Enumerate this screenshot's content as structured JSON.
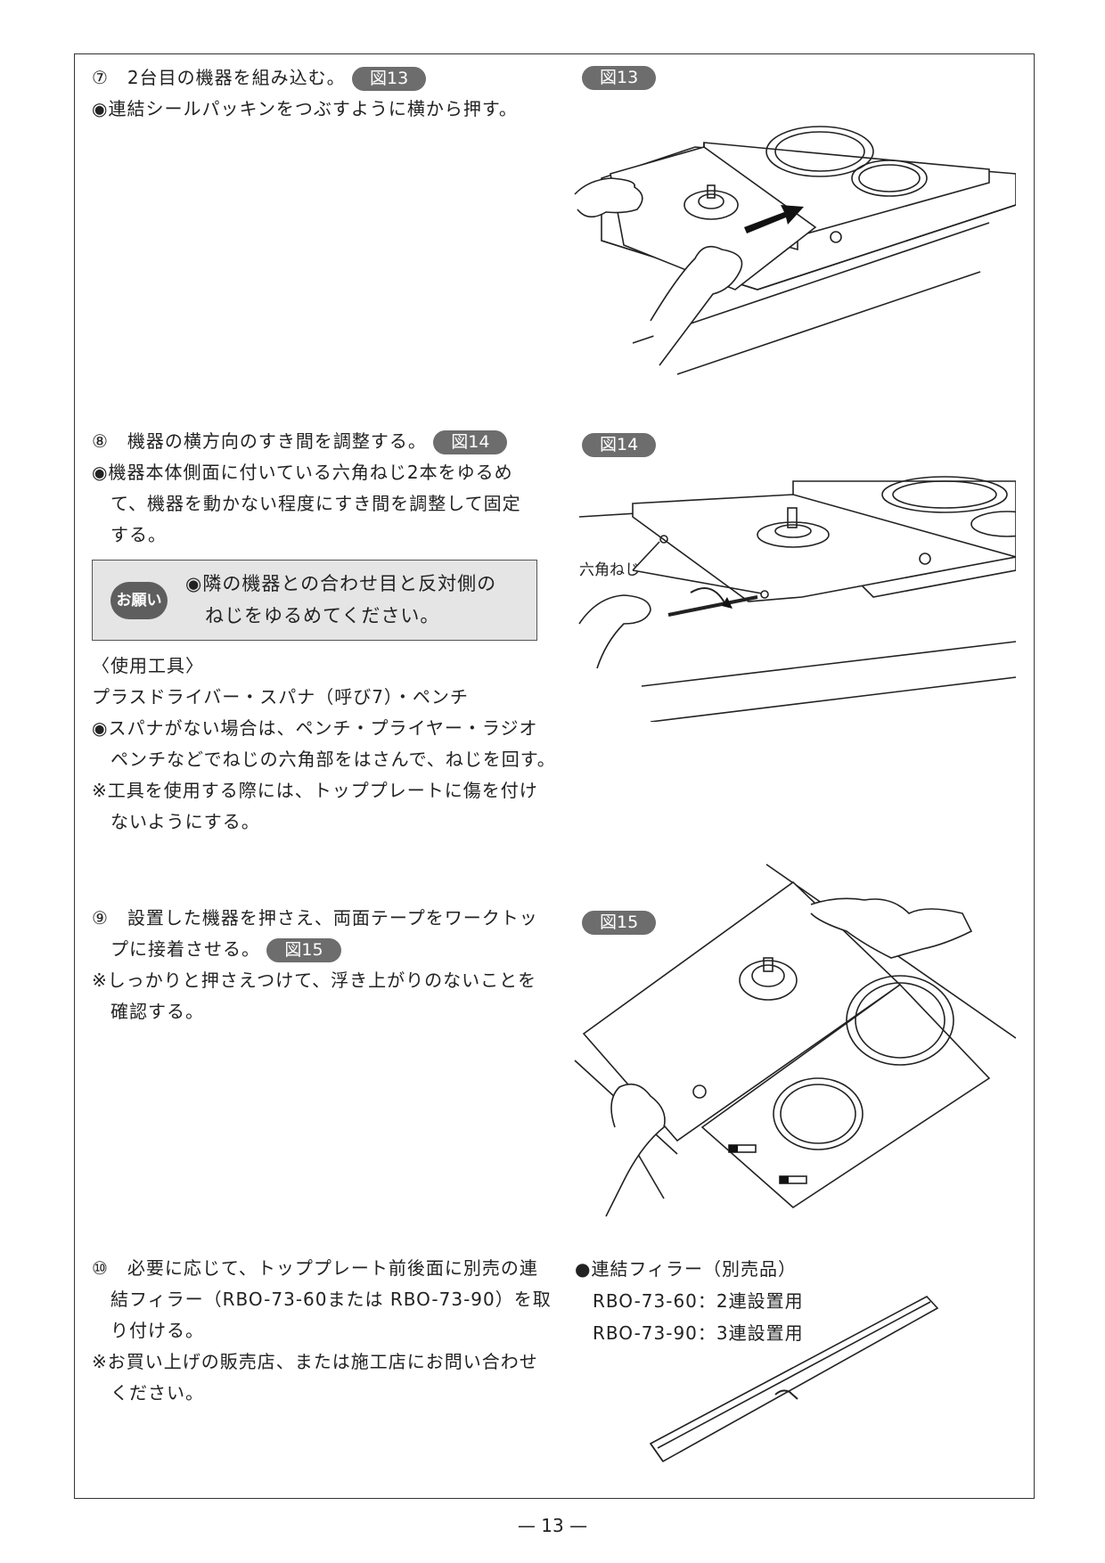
{
  "page_number": "— 13 —",
  "steps": {
    "s7": {
      "heading": "⑦　2台目の機器を組み込む。",
      "badge": "図13",
      "lines": [
        "◉連結シールパッキンをつぶすように横から押す。"
      ]
    },
    "s8": {
      "heading": "⑧　機器の横方向のすき間を調整する。",
      "badge": "図14",
      "lines": [
        "◉機器本体側面に付いている六角ねじ2本をゆるめ",
        "て、機器を動かない程度にすき間を調整して固定",
        "する。"
      ]
    },
    "note": {
      "icon": "お願い",
      "lines": [
        "◉隣の機器との合わせ目と反対側の",
        "ねじをゆるめてください。"
      ]
    },
    "tools": {
      "lines": [
        "〈使用工具〉",
        "プラスドライバー・スパナ（呼び7）・ペンチ",
        "◉スパナがない場合は、ペンチ・プライヤー・ラジオ",
        "ペンチなどでねじの六角部をはさんで、ねじを回す。",
        "※工具を使用する際には、トッププレートに傷を付け",
        "ないようにする。"
      ]
    },
    "s9": {
      "heading_1": "⑨　設置した機器を押さえ、両面テープをワークトッ",
      "heading_2": "プに接着させる。",
      "badge": "図15",
      "lines": [
        "※しっかりと押さえつけて、浮き上がりのないことを",
        "確認する。"
      ]
    },
    "s10": {
      "lines": [
        "⑩　必要に応じて、トッププレート前後面に別売の連",
        "結フィラー（RBO-73-60または RBO-73-90）を取",
        "り付ける。",
        "※お買い上げの販売店、または施工店にお問い合わせ",
        "ください。"
      ]
    }
  },
  "figures": {
    "fig13_label": "図13",
    "fig14_label": "図14",
    "fig14_callout": "六角ねじ",
    "fig15_label": "図15"
  },
  "accessory": {
    "title": "●連結フィラー（別売品）",
    "items": [
      "RBO-73-60：2連設置用",
      "RBO-73-90：3連設置用"
    ]
  }
}
